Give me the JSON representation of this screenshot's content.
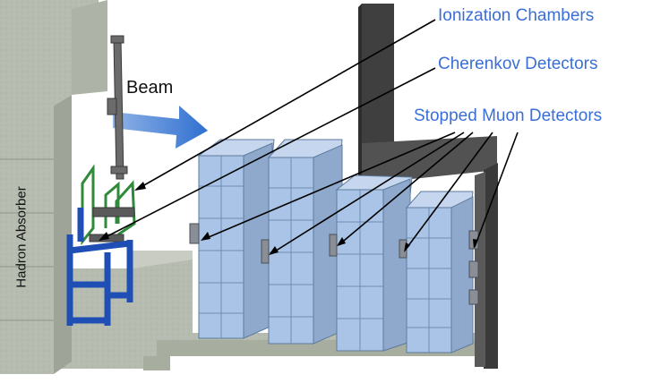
{
  "labels": {
    "ionization_chambers": "Ionization Chambers",
    "cherenkov_detectors": "Cherenkov Detectors",
    "stopped_muon_detectors": "Stopped Muon Detectors",
    "beam": "Beam",
    "hadron_absorber": "Hadron Absorber"
  },
  "colors": {
    "callout_text": "#3a6fd8",
    "beam_arrow": "#3f7fd0",
    "detector_block": "#a9c4e6",
    "concrete": "#b9bfb4",
    "steel_wall": "#4a4a4a",
    "support_frame": "#1f4fb5",
    "cherenkov_frame": "#2f8a3a"
  },
  "counts": {
    "detector_stacks": 4
  }
}
